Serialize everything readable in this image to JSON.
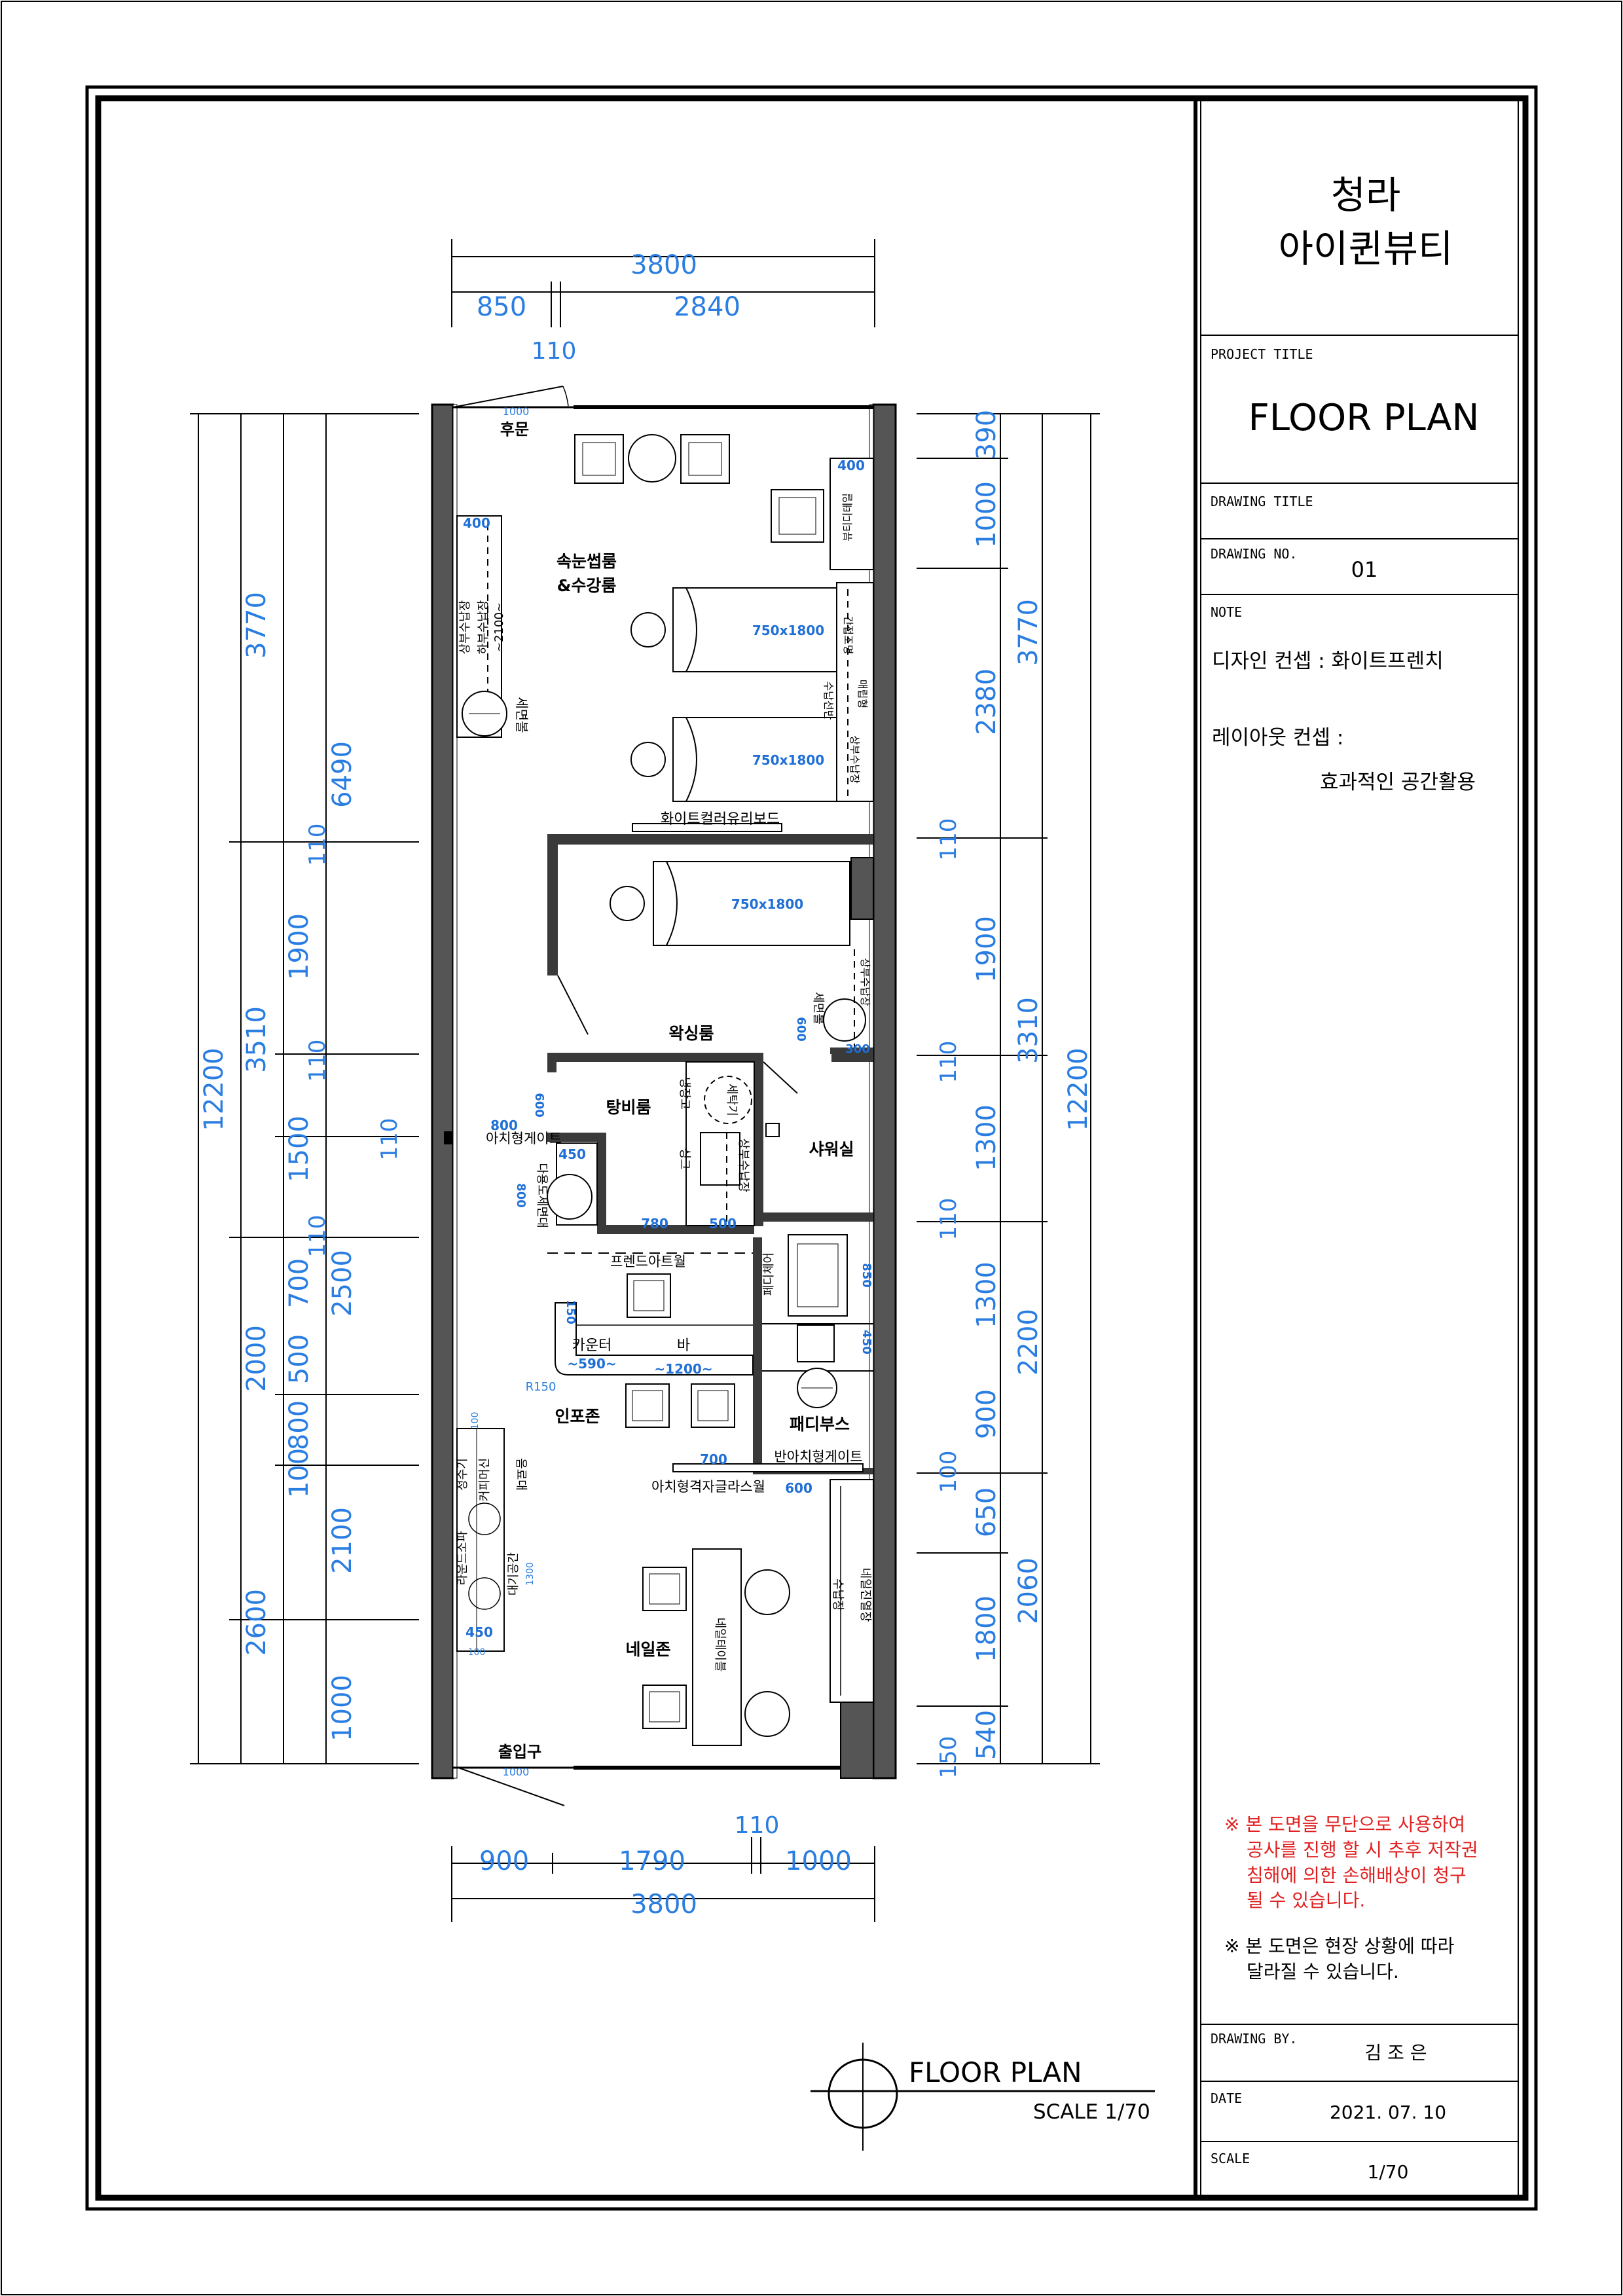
{
  "title_block": {
    "client_line1": "청라",
    "client_line2": "아이퀸뷰티",
    "project_title_label": "PROJECT TITLE",
    "project_title": "FLOOR PLAN",
    "drawing_title_label": "DRAWING TITLE",
    "drawing_no_label": "DRAWING NO.",
    "drawing_no": "01",
    "note_label": "NOTE",
    "design_concept": "디자인 컨셉 : 화이트프렌치",
    "layout_concept": "레이아웃 컨셉 :",
    "layout_concept_value": "효과적인 공간활용",
    "warning_1": [
      "※ 본 도면을 무단으로 사용하여",
      "공사를 진행 할 시 추후 저작권",
      "침해에 의한 손해배상이 청구",
      "될 수 있습니다."
    ],
    "warning_2": [
      "※ 본 도면은 현장 상황에 따라",
      "달라질 수 있습니다."
    ],
    "drawing_by_label": "DRAWING BY.",
    "drawing_by": "김 조 은",
    "date_label": "DATE",
    "date": "2021. 07. 10",
    "scale_label": "SCALE",
    "scale": "1/70"
  },
  "plan_title": {
    "name": "FLOOR PLAN",
    "scale": "SCALE 1/70"
  },
  "dimensions": {
    "top_total": "3800",
    "top_left": "850",
    "top_right": "2840",
    "top_wall": "110",
    "bottom_total": "3800",
    "bottom_a": "900",
    "bottom_b": "1790",
    "bottom_c": "1000",
    "bottom_wall": "110",
    "left_total": "12200",
    "left_a": "6490",
    "left_b": "3770",
    "left_c": "3510",
    "left_d": "1900",
    "left_e": "1500",
    "left_f": "2500",
    "left_g": "700",
    "left_h": "2000",
    "left_i": "500",
    "left_j": "800",
    "left_k": "100",
    "left_l": "2600",
    "left_m": "2100",
    "left_n": "1000",
    "left_w1": "110",
    "left_w2": "110",
    "left_w3": "110",
    "left_w4": "110",
    "right_total": "12200",
    "right_a": "390",
    "right_b": "1000",
    "right_c": "2380",
    "right_d": "3770",
    "right_e": "110",
    "right_f": "1900",
    "right_g": "3310",
    "right_h": "110",
    "right_i": "1300",
    "right_j": "110",
    "right_k": "1300",
    "right_l": "2200",
    "right_m": "900",
    "right_n": "100",
    "right_o": "650",
    "right_p": "2060",
    "right_q": "1800",
    "right_r": "540",
    "right_s": "150"
  },
  "rooms": {
    "back_door": "후문",
    "lash_room_1": "속눈썹룸",
    "lash_room_2": "&수강룸",
    "waxing_room": "왁싱룸",
    "pantry": "탕비룸",
    "shower": "샤워실",
    "info_zone": "인포존",
    "pedi_booth": "패디부스",
    "nail_zone": "네일존",
    "entrance": "출입구"
  },
  "labels": {
    "door_1000_top": "1000",
    "door_1000_bottom": "1000",
    "bed_1": "750x1800",
    "bed_2": "750x1800",
    "bed_3": "750x1800",
    "whiteboard": "화이트컬러유리보드",
    "upper_storage": "상부수납장",
    "lower_storage": "하부수납장",
    "storage_2100": "~2100~",
    "sink_bowl": "세면볼",
    "val_400_a": "400",
    "val_400_b": "400",
    "bed_cabinet": "뷰티디테일",
    "side_cabinet_1": "간접조명",
    "side_cabinet_2": "매립형",
    "side_cabinet_3": "수납선반",
    "side_cabinet_4": "상부수납장",
    "waxing_storage": "상부수납장",
    "waxing_sink": "세면볼",
    "val_300": "300",
    "val_600_a": "600",
    "val_600_b": "600",
    "arch_gate": "아치형게이트",
    "val_800": "800",
    "val_450": "450",
    "pantry_sink_label": "다용도세면대",
    "val_800_b": "800",
    "val_780": "780",
    "val_500": "500",
    "fridge": "냉장고",
    "washer": "세탁기",
    "pantry_sink": "싱크",
    "pantry_storage": "상부수납장",
    "french_wall": "프렌드아트월",
    "counter": "카운터",
    "counter_len": "~590~",
    "bar": "바",
    "bar_len": "~1200~",
    "val_150": "150",
    "r150": "R150",
    "pedi_chair": "페디체어",
    "val_850": "850",
    "val_450_b": "450",
    "half_arch_gate": "반아치형게이트",
    "arch_glass_wall": "아치형격자글라스월",
    "val_700": "700",
    "val_600_c": "600",
    "water_purifier": "정수기",
    "coffee_machine": "커피머신",
    "drink_bar": "음료대",
    "lounge_sofa": "라운드소파",
    "waiting_space": "대기공간",
    "val_1300": "1300",
    "val_100_a": "100",
    "val_100_b": "100",
    "val_450_c": "450",
    "nail_table": "네일테이블",
    "nail_cabinet": "네일진열장",
    "nail_shelf": "수납장"
  }
}
